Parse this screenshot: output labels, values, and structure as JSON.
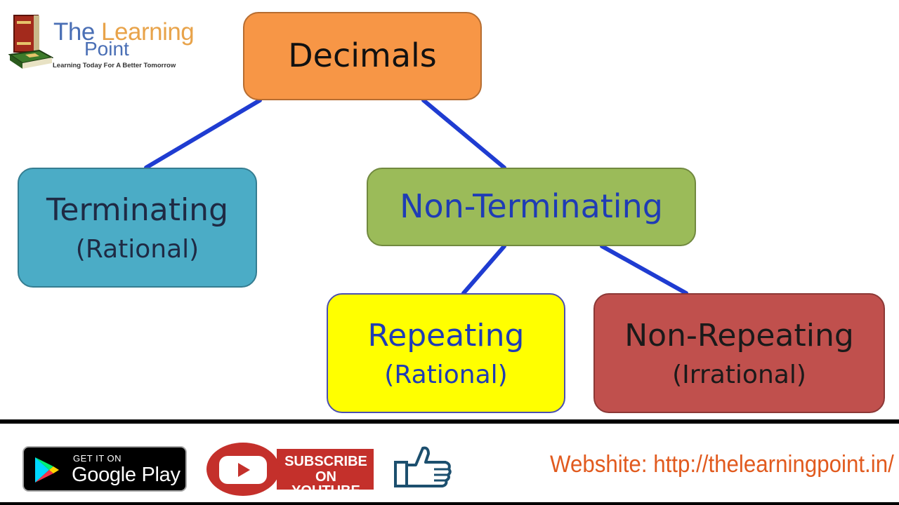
{
  "logo": {
    "title_part1": "The ",
    "title_part2": "Learning",
    "title_line2": "Point",
    "tagline": "Learning Today For A Better Tomorrow"
  },
  "diagram": {
    "nodes": {
      "decimals": {
        "line1": "Decimals"
      },
      "terminating": {
        "line1": "Terminating",
        "line2": "(Rational)"
      },
      "non_terminating": {
        "line1": "Non-Terminating"
      },
      "repeating": {
        "line1": "Repeating",
        "line2": "(Rational)"
      },
      "non_repeating": {
        "line1": "Non-Repeating",
        "line2": "(Irrational)"
      }
    },
    "connector_color": "#1f3cd1",
    "edges": [
      [
        "decimals",
        "terminating"
      ],
      [
        "decimals",
        "non_terminating"
      ],
      [
        "non_terminating",
        "repeating"
      ],
      [
        "non_terminating",
        "non_repeating"
      ]
    ]
  },
  "footer": {
    "google_play": {
      "small": "GET IT ON",
      "big": "Google Play"
    },
    "youtube": {
      "line1": "SUBSCRIBE",
      "line2": "ON YOUTUBE"
    },
    "website": "Webshite: http://thelearningpoint.in/"
  },
  "colors": {
    "decimals": "#f79646",
    "terminating": "#4bacc6",
    "non_terminating": "#9bbb59",
    "repeating": "#ffff00",
    "non_repeating": "#c0504d",
    "youtube_red": "#c4302b",
    "website_text": "#e15a1e"
  }
}
